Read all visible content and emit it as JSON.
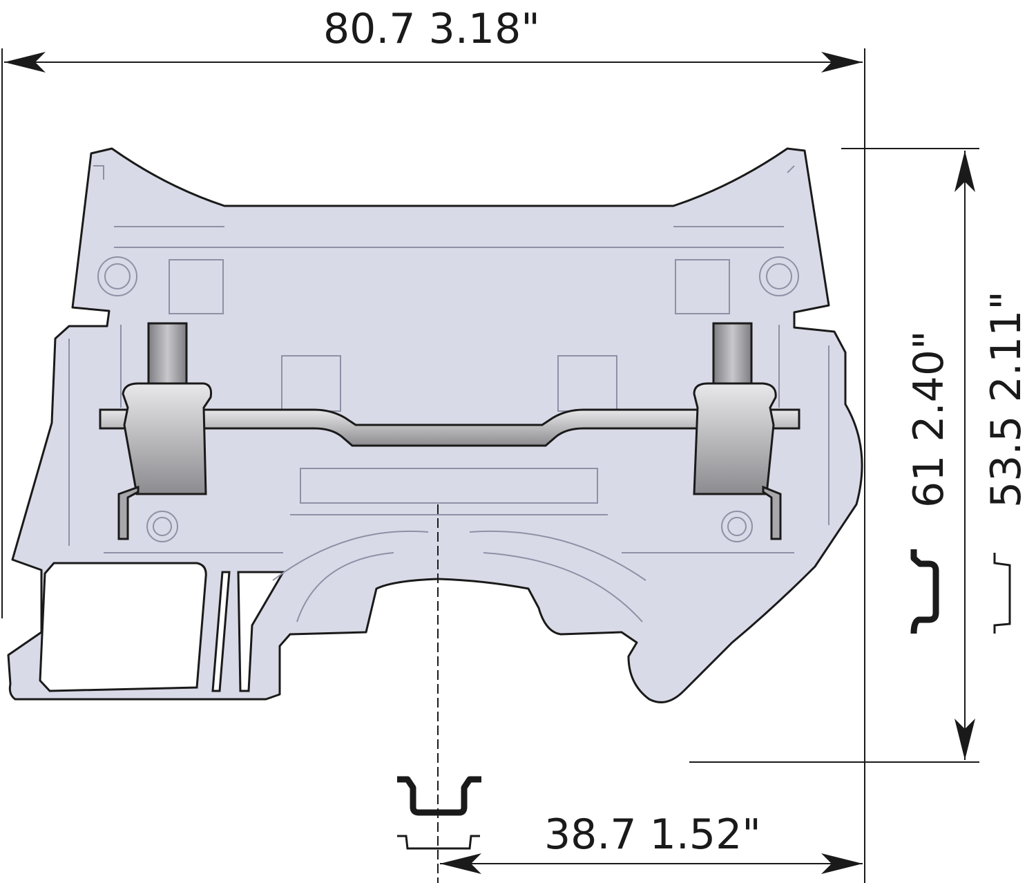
{
  "dimensions": {
    "overall_width": "80.7  3.18\"",
    "height_total": "61  2.40\"",
    "height_rail": "53.5  2.11\"",
    "offset_from_center": "38.7  1.52\""
  },
  "colors": {
    "body_fill": "#d9dae7",
    "outline": "#1a1a1a",
    "inner_lines": "#8e90a6",
    "metal": "#a8a8ac"
  }
}
